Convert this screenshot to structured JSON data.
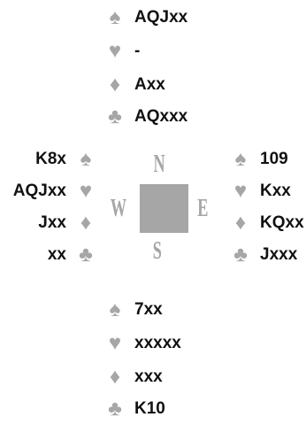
{
  "hands": {
    "north": {
      "spades": "AQJxx",
      "hearts": "-",
      "diamonds": "Axx",
      "clubs": "AQxxx"
    },
    "west": {
      "spades": "K8x",
      "hearts": "AQJxx",
      "diamonds": "Jxx",
      "clubs": "xx"
    },
    "east": {
      "spades": "109",
      "hearts": "Kxx",
      "diamonds": "KQxx",
      "clubs": "Jxxx"
    },
    "south": {
      "spades": "7xx",
      "hearts": "xxxxx",
      "diamonds": "xxx",
      "clubs": "K10"
    }
  },
  "compass": {
    "north": "N",
    "south": "S",
    "west": "W",
    "east": "E"
  },
  "suit_symbols": {
    "spades": "♠",
    "hearts": "♥",
    "diamonds": "♦",
    "clubs": "♣"
  },
  "icons": [
    "spade-icon",
    "heart-icon",
    "diamond-icon",
    "club-icon"
  ],
  "colors": {
    "suit_symbol": "#a6a6a6",
    "compass": "#a6a6a6",
    "text": "#111111"
  }
}
